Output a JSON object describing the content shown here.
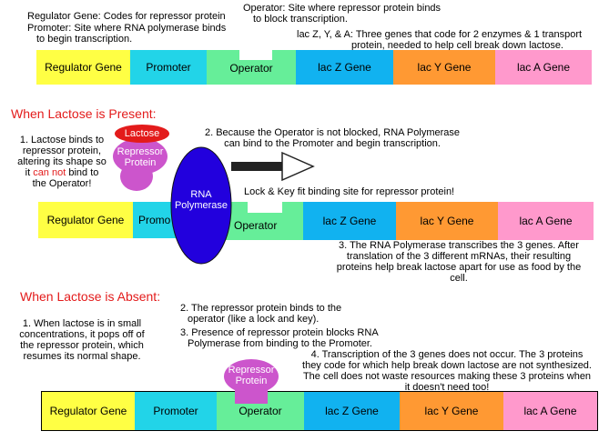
{
  "colors": {
    "regulator": "#ffff44",
    "promoter": "#22d4e8",
    "operator": "#66ee99",
    "lacz": "#11b2f0",
    "lacy": "#ff9933",
    "laca": "#ff99cc",
    "heading": "#e31b1b",
    "repressor": "#cc55cc",
    "polymerase": "#2200dd",
    "lactose": "#e31b1b"
  },
  "top": {
    "regulator_desc": "Regulator Gene: Codes for repressor protein",
    "promoter_desc_1": "Promoter: Site where RNA polymerase binds",
    "promoter_desc_2": "to begin transcription.",
    "operator_desc_1": "Operator: Site where repressor protein binds",
    "operator_desc_2": "to block transcription.",
    "lac_desc_1": "lac Z, Y, & A: Three genes that code for 2 enzymes & 1 transport",
    "lac_desc_2": "protein, needed to help cell break down lactose."
  },
  "genes": {
    "regulator": "Regulator Gene",
    "promoter": "Promoter",
    "promoter_partial": "Promo",
    "operator": "Operator",
    "lacz": "lac Z Gene",
    "lacy": "lac Y Gene",
    "laca": "lac A Gene"
  },
  "present": {
    "heading": "When Lactose is Present:",
    "step1_a": "1. Lactose binds to",
    "step1_b": "repressor protein,",
    "step1_c": "altering its shape so",
    "step1_d_pre": "it",
    "step1_d_red": "can not",
    "step1_d_post": "bind to",
    "step1_e": "the Operator!",
    "lactose": "Lactose",
    "repressor_1": "Repressor",
    "repressor_2": "Protein",
    "polymerase_1": "RNA",
    "polymerase_2": "Polymerase",
    "step2_1": "2. Because the Operator is not blocked, RNA Polymerase",
    "step2_2": "can bind to the Promoter and begin transcription.",
    "lock_key": "Lock & Key fit binding site for repressor protein!",
    "step3_1": "3. The RNA Polymerase transcribes the 3 genes. After",
    "step3_2": "translation of the 3 different mRNAs, their resulting",
    "step3_3": "proteins help break lactose apart for use as food by the",
    "step3_4": "cell."
  },
  "absent": {
    "heading": "When Lactose is Absent:",
    "step1_1": "1. When lactose is in small",
    "step1_2": "concentrations, it pops off of",
    "step1_3": "the repressor protein, which",
    "step1_4": "resumes its normal shape.",
    "step2_1": "2. The repressor protein binds to the",
    "step2_2": "operator (like a lock and key).",
    "step3_1": "3. Presence of repressor protein blocks RNA",
    "step3_2": "Polymerase from binding to the Promoter.",
    "step4_1": "4. Transcription of the 3 genes does not occur. The 3 proteins",
    "step4_2": "they code for which help break down lactose are not synthesized.",
    "step4_3": "The cell does not waste resources making these 3 proteins when",
    "step4_4": "it doesn't need too!",
    "repressor_1": "Repressor",
    "repressor_2": "Protein"
  }
}
